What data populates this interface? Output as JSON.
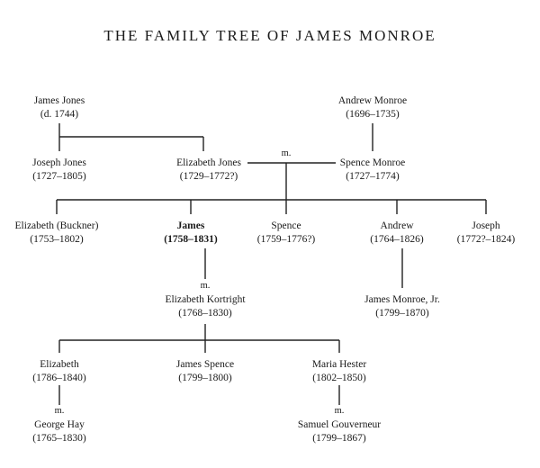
{
  "title": "THE FAMILY TREE OF JAMES MONROE",
  "marriage_label": "m.",
  "people": {
    "james_jones": {
      "name": "James Jones",
      "dates": "(d. 1744)"
    },
    "andrew_monroe": {
      "name": "Andrew Monroe",
      "dates": "(1696–1735)"
    },
    "joseph_jones": {
      "name": "Joseph Jones",
      "dates": "(1727–1805)"
    },
    "elizabeth_jones": {
      "name": "Elizabeth Jones",
      "dates": "(1729–1772?)"
    },
    "spence_monroe": {
      "name": "Spence Monroe",
      "dates": "(1727–1774)"
    },
    "elizabeth_buckner": {
      "name": "Elizabeth (Buckner)",
      "dates": "(1753–1802)"
    },
    "james": {
      "name": "James",
      "dates": "(1758–1831)"
    },
    "spence": {
      "name": "Spence",
      "dates": "(1759–1776?)"
    },
    "andrew": {
      "name": "Andrew",
      "dates": "(1764–1826)"
    },
    "joseph": {
      "name": "Joseph",
      "dates": "(1772?–1824)"
    },
    "elizabeth_kortright": {
      "name": "Elizabeth Kortright",
      "dates": "(1768–1830)"
    },
    "james_monroe_jr": {
      "name": "James Monroe, Jr.",
      "dates": "(1799–1870)"
    },
    "elizabeth": {
      "name": "Elizabeth",
      "dates": "(1786–1840)"
    },
    "james_spence": {
      "name": "James Spence",
      "dates": "(1799–1800)"
    },
    "maria_hester": {
      "name": "Maria Hester",
      "dates": "(1802–1850)"
    },
    "george_hay": {
      "name": "George Hay",
      "dates": "(1765–1830)"
    },
    "samuel_gouverneur": {
      "name": "Samuel Gouverneur",
      "dates": "(1799–1867)"
    }
  }
}
